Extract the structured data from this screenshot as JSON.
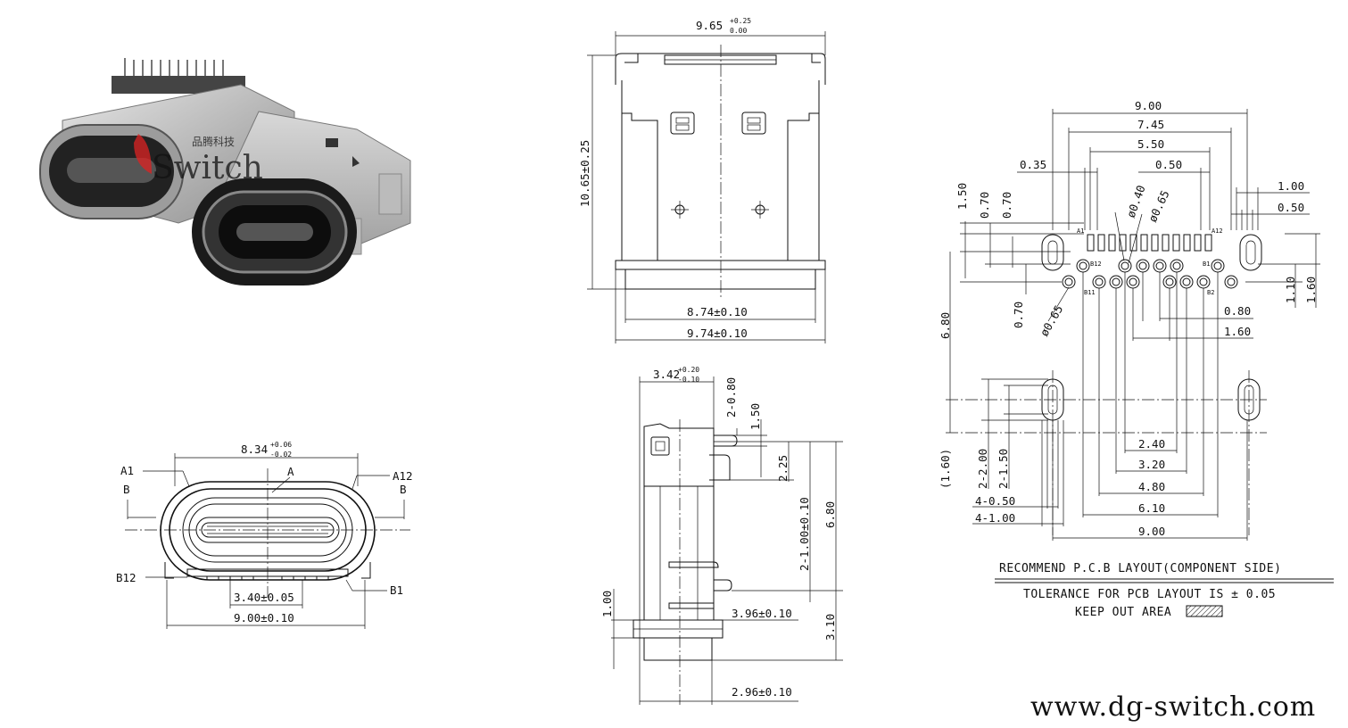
{
  "photo": {
    "logo_text": "Switch",
    "logo_cn": "品腾科技"
  },
  "front_view": {
    "width_top": "9.65",
    "width_top_tol_plus": "+0.25",
    "width_top_tol_minus": "0.00",
    "height": "10.65±0.25",
    "inner_width": "8.74±0.10",
    "outer_width": "9.74±0.10"
  },
  "side_view": {
    "depth": "3.42",
    "depth_tol_plus": "+0.20",
    "depth_tol_minus": "-0.10",
    "d_2_080": "2-0.80",
    "d_150": "1.50",
    "d_225": "2.25",
    "d_2_100": "2-1.00±0.10",
    "d_680": "6.80",
    "d_100": "1.00",
    "d_396": "3.96±0.10",
    "d_310": "3.10",
    "d_296": "2.96±0.10"
  },
  "end_view": {
    "width": "8.34",
    "width_tol_plus": "+0.06",
    "width_tol_minus": "-0.02",
    "label_a1": "A1",
    "label_a": "A",
    "label_a12": "A12",
    "label_b_left": "B",
    "label_b_right": "B",
    "label_b12": "B12",
    "label_b1": "B1",
    "pin_span": "3.40±0.05",
    "total": "9.00±0.10"
  },
  "pcb": {
    "d_900_top": "9.00",
    "d_745": "7.45",
    "d_550": "5.50",
    "d_035": "0.35",
    "d_050": "0.50",
    "d_100_r": "1.00",
    "d_050_r": "0.50",
    "d_150_l": "1.50",
    "d_070_a": "0.70",
    "d_070_b": "0.70",
    "phi_040": "ø0.40",
    "phi_065_a": "ø0.65",
    "phi_065_b": "ø0.65",
    "pin_a1": "A1",
    "pin_a12": "A12",
    "pin_b12": "B12",
    "pin_b1": "B1",
    "pin_b11": "B11",
    "pin_b2": "B2",
    "d_110": "1.10",
    "d_160_r": "1.60",
    "d_070_l": "0.70",
    "d_680": "6.80",
    "d_080": "0.80",
    "d_160": "1.60",
    "d_2_200": "2-2.00",
    "d_2_150": "2-1.50",
    "d_160_paren": "(1.60)",
    "d_240": "2.40",
    "d_320": "3.20",
    "d_480": "4.80",
    "d_610": "6.10",
    "d_900_bottom": "9.00",
    "d_4_050": "4-0.50",
    "d_4_100": "4-1.00"
  },
  "notes": {
    "recommend": "RECOMMEND P.C.B LAYOUT(COMPONENT SIDE)",
    "tolerance": "TOLERANCE FOR PCB LAYOUT IS ± 0.05",
    "keep_out": "KEEP OUT AREA"
  },
  "website": "www.dg-switch.com"
}
